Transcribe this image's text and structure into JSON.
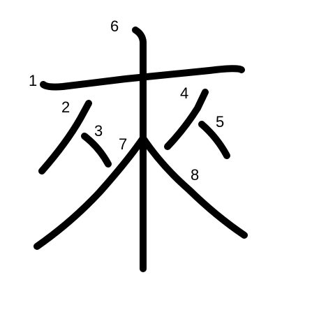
{
  "diagram": {
    "character": "來",
    "stroke_numbers": [
      "1",
      "2",
      "3",
      "4",
      "5",
      "6",
      "7",
      "8"
    ],
    "colors": {
      "ink": "#000000",
      "background": "#ffffff"
    }
  }
}
